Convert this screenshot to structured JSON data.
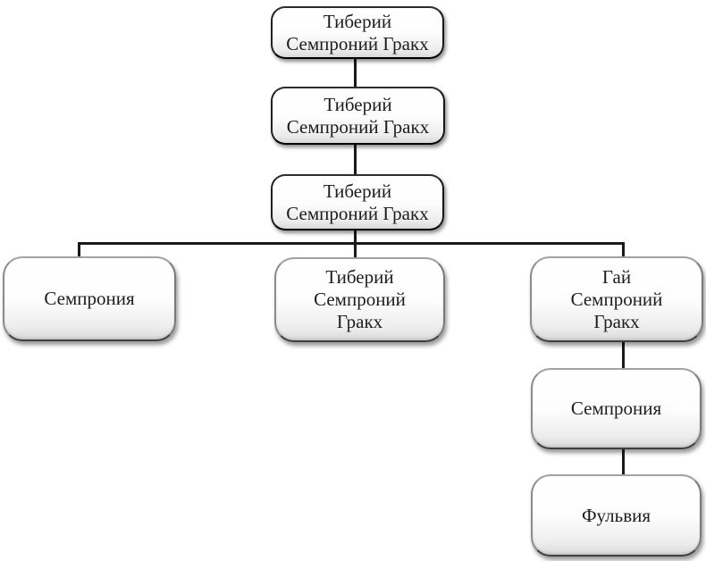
{
  "diagram": {
    "type": "family-tree",
    "nodes": [
      {
        "id": "tiberius-sempronius-gracchus-i",
        "label": "Тиберий\nСемпроний Гракх"
      },
      {
        "id": "tiberius-sempronius-gracchus-ii",
        "label": "Тиберий\nСемпроний Гракх"
      },
      {
        "id": "tiberius-sempronius-gracchus-iii",
        "label": "Тиберий\nСемпроний Гракх"
      },
      {
        "id": "sempronia",
        "label": "Семпрония"
      },
      {
        "id": "tiberius-sempronius-gracchus-iv",
        "label": "Тиберий\nСемпроний\nГракх"
      },
      {
        "id": "gaius-sempronius-gracchus",
        "label": "Гай\nСемпроний\nГракх"
      },
      {
        "id": "sempronia-daughter",
        "label": "Семпрония"
      },
      {
        "id": "fulvia",
        "label": "Фульвия"
      }
    ],
    "edges": [
      {
        "from": "tiberius-sempronius-gracchus-i",
        "to": "tiberius-sempronius-gracchus-ii"
      },
      {
        "from": "tiberius-sempronius-gracchus-ii",
        "to": "tiberius-sempronius-gracchus-iii"
      },
      {
        "from": "tiberius-sempronius-gracchus-iii",
        "to": "sempronia"
      },
      {
        "from": "tiberius-sempronius-gracchus-iii",
        "to": "tiberius-sempronius-gracchus-iv"
      },
      {
        "from": "tiberius-sempronius-gracchus-iii",
        "to": "gaius-sempronius-gracchus"
      },
      {
        "from": "gaius-sempronius-gracchus",
        "to": "sempronia-daughter"
      },
      {
        "from": "sempronia-daughter",
        "to": "fulvia"
      }
    ],
    "colors": {
      "background": "#ffffff",
      "box_fill_top": "#ffffff",
      "box_fill_bottom": "#d9d9d9",
      "dark_border": "#161616",
      "gray_border": "#8c8c8c",
      "connector": "#1a1a1a",
      "text": "#1d1d1d"
    }
  }
}
